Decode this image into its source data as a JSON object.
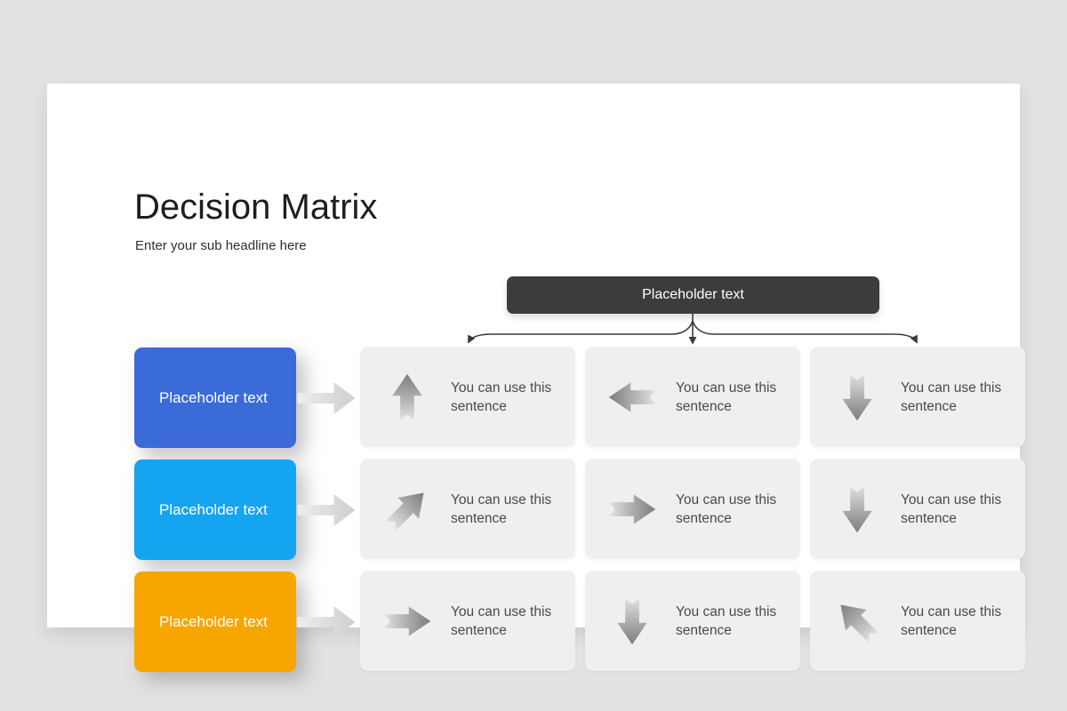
{
  "page": {
    "background_color": "#e3e1e2"
  },
  "slide": {
    "title": "Decision Matrix",
    "subtitle": "Enter your sub headline here",
    "header_box": {
      "label": "Placeholder text",
      "color": "#3c3c3c"
    },
    "connector_color": "#3a3a3a",
    "row_boxes": [
      {
        "label": "Placeholder text",
        "color": "#3b6bd8"
      },
      {
        "label": "Placeholder text",
        "color": "#15a4ef"
      },
      {
        "label": "Placeholder text",
        "color": "#f7a500"
      }
    ],
    "matrix_cells": [
      {
        "arrow": "up",
        "text": "You can use this sentence"
      },
      {
        "arrow": "left",
        "text": "You can use this sentence"
      },
      {
        "arrow": "down",
        "text": "You can use this sentence"
      },
      {
        "arrow": "up-right",
        "text": "You can use this sentence"
      },
      {
        "arrow": "right",
        "text": "You can use this sentence"
      },
      {
        "arrow": "down",
        "text": "You can use this sentence"
      },
      {
        "arrow": "right",
        "text": "You can use this sentence"
      },
      {
        "arrow": "down",
        "text": "You can use this sentence"
      },
      {
        "arrow": "up-left",
        "text": "You can use this sentence"
      }
    ]
  }
}
